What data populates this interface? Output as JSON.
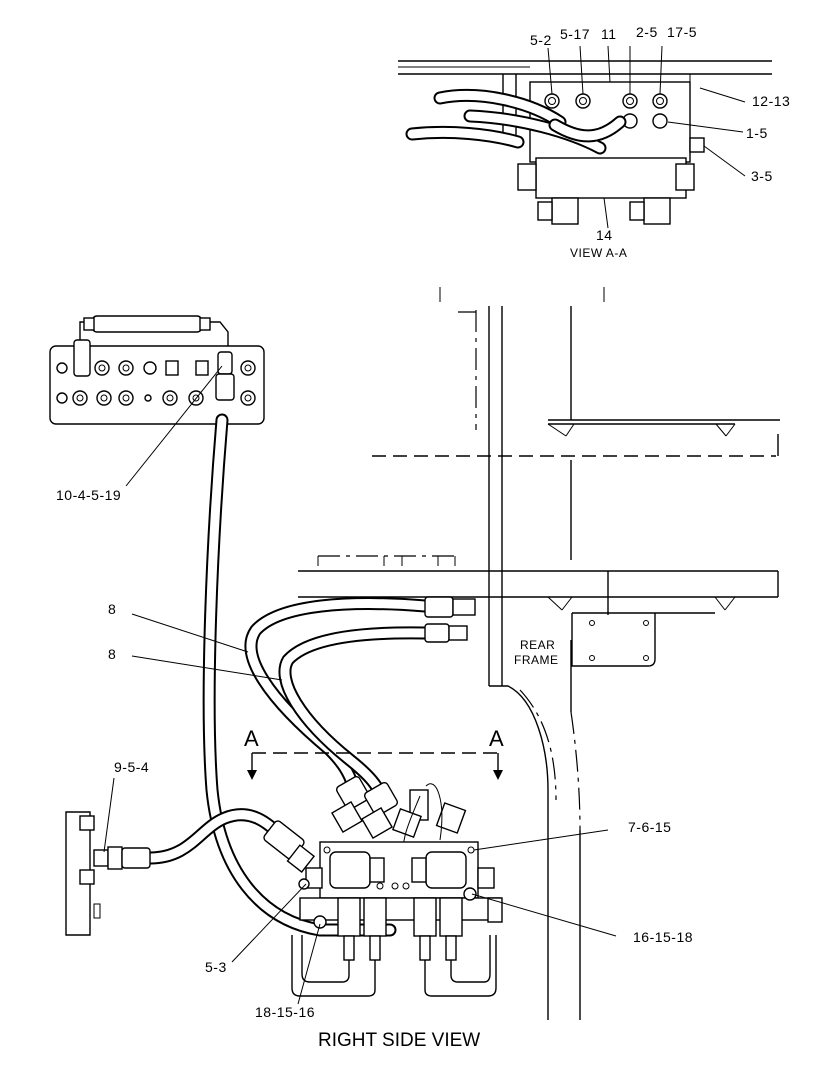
{
  "view_aa": {
    "caption": "VIEW A-A",
    "callouts": [
      "5-2",
      "5-17",
      "11",
      "2-5",
      "17-5",
      "12-13",
      "1-5",
      "3-5",
      "14"
    ]
  },
  "right_side_view": {
    "title": "RIGHT SIDE VIEW",
    "frame_label_line1": "REAR",
    "frame_label_line2": "FRAME",
    "section_marker": "A",
    "callouts": [
      "10-4-5-19",
      "8",
      "8",
      "9-5-4",
      "7-6-15",
      "16-15-18",
      "5-3",
      "18-15-16"
    ]
  }
}
